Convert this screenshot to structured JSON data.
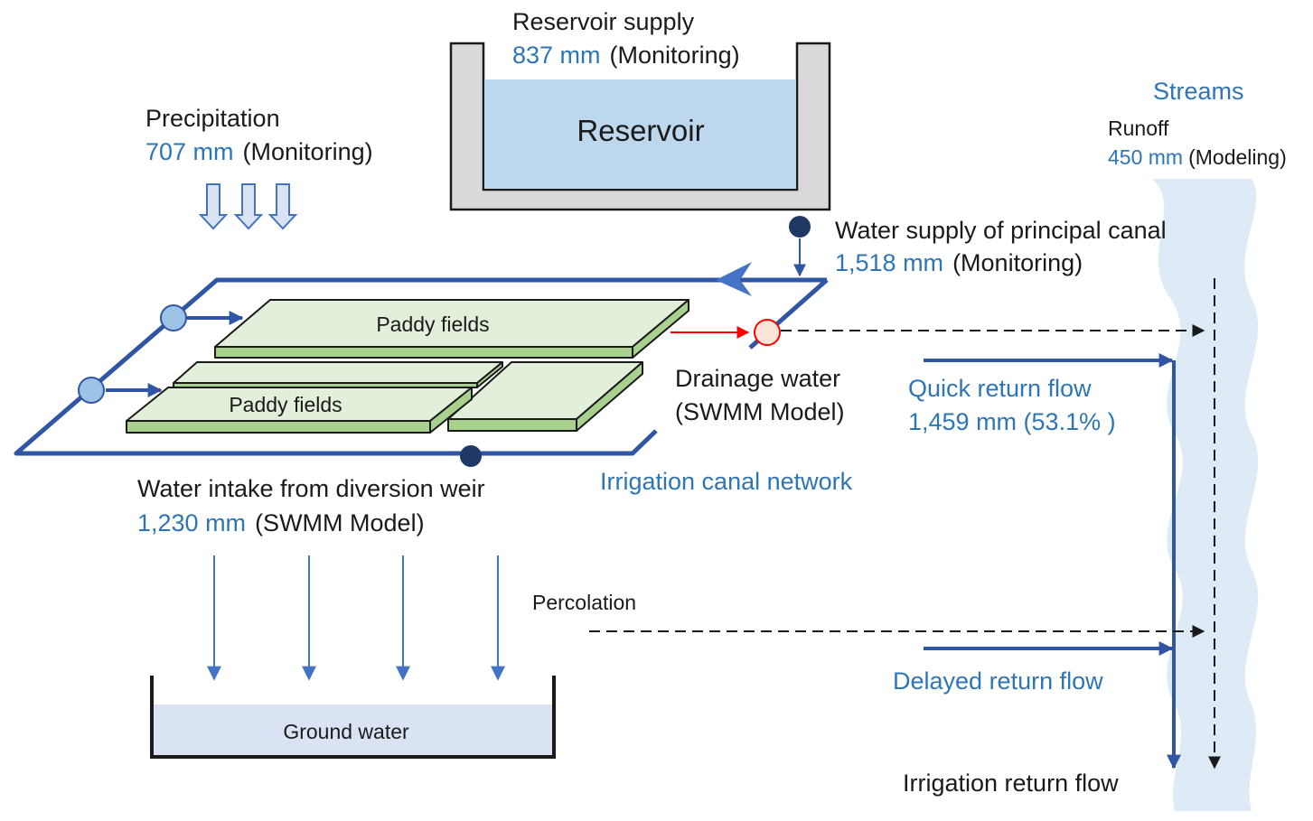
{
  "labels": {
    "reservoir_supply_title": "Reservoir  supply",
    "reservoir_supply_value": "837  mm",
    "reservoir_supply_method": "(Monitoring)",
    "reservoir": "Reservoir",
    "precipitation_title": "Precipitation",
    "precipitation_value": "707  mm",
    "precipitation_method": "(Monitoring)",
    "streams": "Streams",
    "runoff_title": "Runoff",
    "runoff_value": "450  mm",
    "runoff_method": "(Modeling)",
    "principal_canal_title": "Water  supply  of  principal  canal",
    "principal_canal_value": "1,518  mm",
    "principal_canal_method": "(Monitoring)",
    "paddy_fields_1": "Paddy fields",
    "paddy_fields_2": "Paddy fields",
    "drainage_title": "Drainage  water",
    "drainage_method": "(SWMM Model)",
    "quick_return_title": "Quick  return  flow",
    "quick_return_value": "1,459  mm  (53.1% )",
    "irrigation_canal_network": "Irrigation  canal  network",
    "diversion_title": "Water  intake  from  diversion  weir",
    "diversion_value": "1,230  mm",
    "diversion_method": "(SWMM Model)",
    "percolation": "Percolation",
    "delayed_return": "Delayed  return  flow",
    "ground_water": "Ground water",
    "irrigation_return": "Irrigation  return  flow"
  },
  "colors": {
    "canal_blue": "#2f55a5",
    "value_blue": "#2e75b6",
    "reservoir_water": "#bdd7ee",
    "reservoir_wall": "#d9d9d9",
    "paddy_green": "#e2efda",
    "stream_blue": "#deebf7",
    "drainage_red": "#ff0000",
    "ground_water_fill": "#dae3f3",
    "gate_dark": "#1f3864",
    "node_light": "#9dc3e6"
  }
}
